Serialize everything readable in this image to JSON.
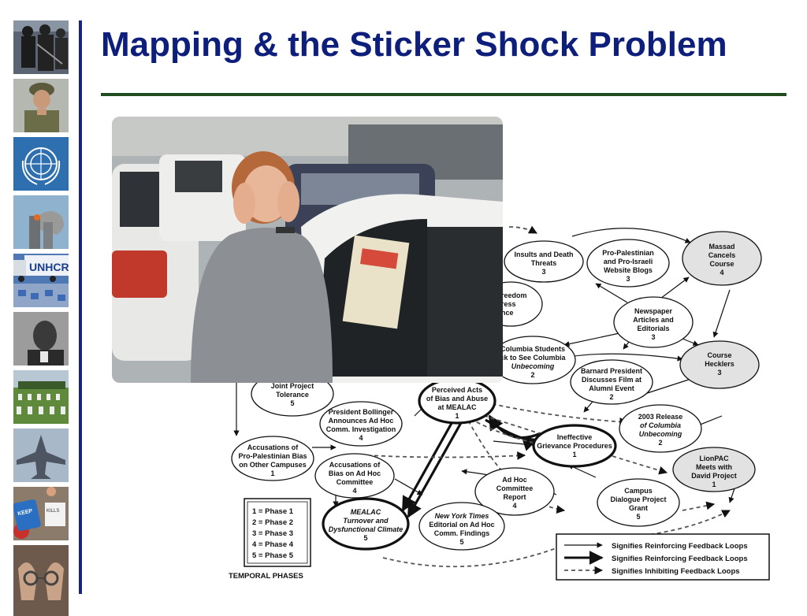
{
  "slide": {
    "title": "Mapping & the Sticker Shock Problem"
  },
  "sidebar": {
    "thumbs": [
      {
        "icon": "riot-police-icon"
      },
      {
        "icon": "soldier-icon"
      },
      {
        "icon": "un-emblem-icon"
      },
      {
        "icon": "twin-towers-icon"
      },
      {
        "icon": "unhcr-truck-icon",
        "text": "UNHCR"
      },
      {
        "icon": "mlk-portrait-icon"
      },
      {
        "icon": "cemetery-icon"
      },
      {
        "icon": "fighter-jet-icon"
      },
      {
        "icon": "protest-signs-icon",
        "text": "KEEP ABORTION LEGAL"
      },
      {
        "icon": "handcuffs-icon"
      }
    ]
  },
  "photo": {
    "icon": "woman-shocked-at-car-lot-photo"
  },
  "diagram": {
    "nodes": [
      {
        "l1": "Insults and Death",
        "l2": "Threats",
        "l3": "3"
      },
      {
        "l1": "Pro-Palestinian",
        "l2": "and Pro-Israeli",
        "l3": "Website Blogs",
        "l4": "3"
      },
      {
        "l1": "Massad",
        "l2": "Cancels",
        "l3": "Course",
        "l4": "4"
      },
      {
        "l1": "reedom",
        "l2": "ress",
        "l3": "nce"
      },
      {
        "l1": "Newspaper",
        "l2": "Articles and",
        "l3": "Editorials",
        "l4": "3"
      },
      {
        "l1": "Columbia Students",
        "l2": "ck to See Columbia",
        "l3": "Unbecoming",
        "l4": "2"
      },
      {
        "l1": "Barnard President",
        "l2": "Discusses Film at",
        "l3": "Alumni Event",
        "l4": "2"
      },
      {
        "l1": "Course",
        "l2": "Hecklers",
        "l3": "3"
      },
      {
        "l1": "Joint Project",
        "l2": "Tolerance",
        "l3": "5"
      },
      {
        "l1": "Perceived Acts",
        "l2": "of Bias and Abuse",
        "l3": "at MEALAC",
        "l4": "1"
      },
      {
        "l1": "President Bollinger",
        "l2": "Announces Ad Hoc",
        "l3": "Comm. Investigation",
        "l4": "4"
      },
      {
        "l1": "2003 Release",
        "l2": "of Columbia",
        "l3": "Unbecoming",
        "l4": "2"
      },
      {
        "l1": "Ineffective",
        "l2": "Grievance Procedures",
        "l3": "1"
      },
      {
        "l1": "Accusations of",
        "l2": "Pro-Palestinian Bias",
        "l3": "on Other Campuses",
        "l4": "1"
      },
      {
        "l1": "LionPAC",
        "l2": "Meets with",
        "l3": "David Project",
        "l4": "1"
      },
      {
        "l1": "Accusations of",
        "l2": "Bias on Ad Hoc",
        "l3": "Committee",
        "l4": "4"
      },
      {
        "l1": "Ad Hoc",
        "l2": "Committee",
        "l3": "Report",
        "l4": "4"
      },
      {
        "l1": "Campus",
        "l2": "Dialogue Project",
        "l3": "Grant",
        "l4": "5"
      },
      {
        "l1": "MEALAC",
        "l2": "Turnover and",
        "l3": "Dysfunctional Climate",
        "l4": "5"
      },
      {
        "l1": "New York Times",
        "l2": "Editorial on Ad Hoc",
        "l3": "Comm. Findings",
        "l4": "5"
      }
    ],
    "phases": {
      "items": [
        "1 = Phase 1",
        "2 = Phase 2",
        "3 = Phase 3",
        "4 = Phase 4",
        "5 = Phase 5"
      ],
      "caption": "TEMPORAL PHASES"
    },
    "legend": [
      "Signifies Reinforcing Feedback Loops",
      "Signifies Reinforcing Feedback Loops",
      "Signifies Inhibiting Feedback Loops"
    ]
  }
}
